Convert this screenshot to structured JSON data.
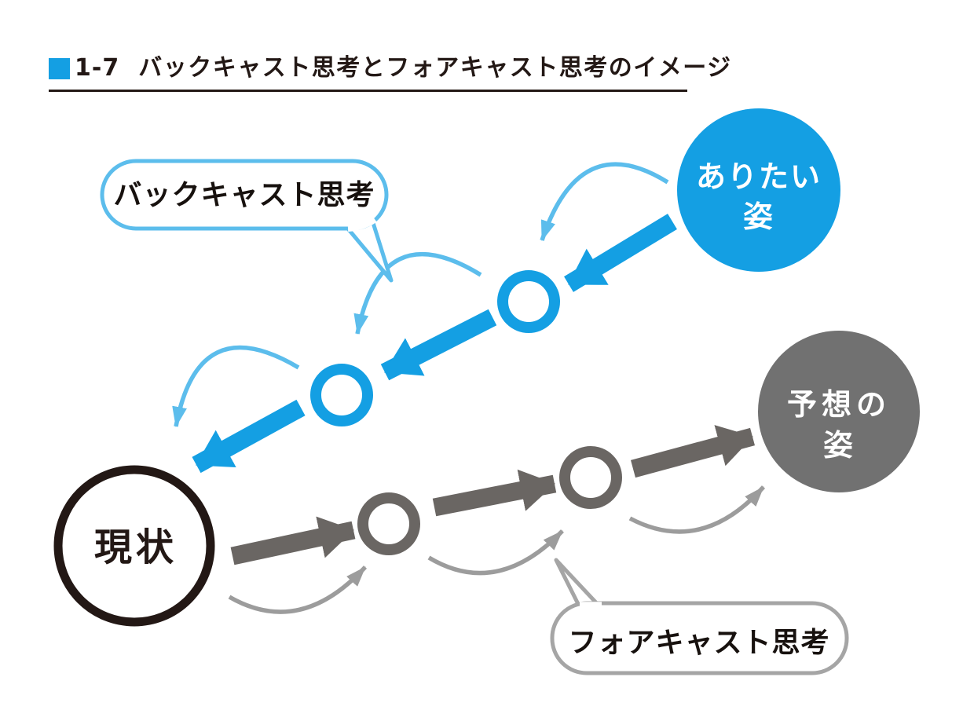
{
  "title": {
    "number": "1-7",
    "text": "バックキャスト思考とフォアキャスト思考のイメージ"
  },
  "nodes": {
    "goal": {
      "line1": "ありたい",
      "line2": "姿"
    },
    "predicted": {
      "line1": "予想の",
      "line2": "姿"
    },
    "current": {
      "label": "現状"
    }
  },
  "callouts": {
    "backcast": "バックキャスト思考",
    "forecast": "フォアキャスト思考"
  },
  "colors": {
    "blue": "#149FE3",
    "light_blue": "#5CBDEC",
    "dark_gray": "#6A6663",
    "mid_gray": "#9C9C9C",
    "node_gray": "#717171",
    "bubble_gray": "#A5A5A5",
    "ink": "#231815",
    "bg": "#FFFFFF"
  }
}
